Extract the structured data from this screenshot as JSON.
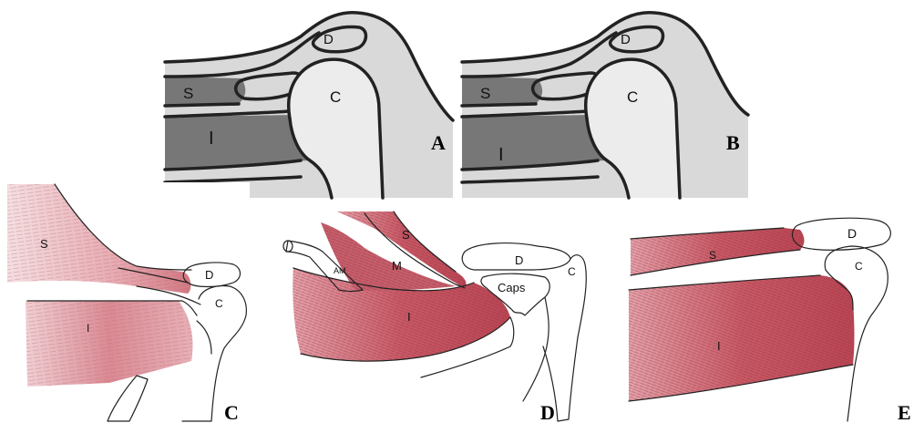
{
  "panels": {
    "A": {
      "letter": "A",
      "labels": {
        "deltoid": "D",
        "supraspinatus": "S",
        "coracoid": "C",
        "infraspinatus": "I"
      }
    },
    "B": {
      "letter": "B",
      "labels": {
        "deltoid": "D",
        "supraspinatus": "S",
        "coracoid": "C",
        "infraspinatus": "I"
      }
    },
    "C": {
      "letter": "C",
      "labels": {
        "supraspinatus": "S",
        "deltoid": "D",
        "coracoid": "C",
        "infraspinatus": "I"
      }
    },
    "D": {
      "letter": "D",
      "labels": {
        "supraspinatus": "S",
        "middle": "M",
        "am": "AM",
        "deltoid": "D",
        "coracoid": "C",
        "capsule": "Caps",
        "infraspinatus": "I"
      }
    },
    "E": {
      "letter": "E",
      "labels": {
        "deltoid": "D",
        "supraspinatus": "S",
        "coracoid": "C",
        "infraspinatus": "I"
      }
    }
  },
  "colors": {
    "light_grey": "#d9d9d9",
    "mid_grey": "#a6a6a6",
    "dark_grey": "#6e6e6e",
    "muscle_red": "#c9606b",
    "muscle_pale": "#f1d6d9",
    "tendon_grey": "#9a9a9a"
  }
}
